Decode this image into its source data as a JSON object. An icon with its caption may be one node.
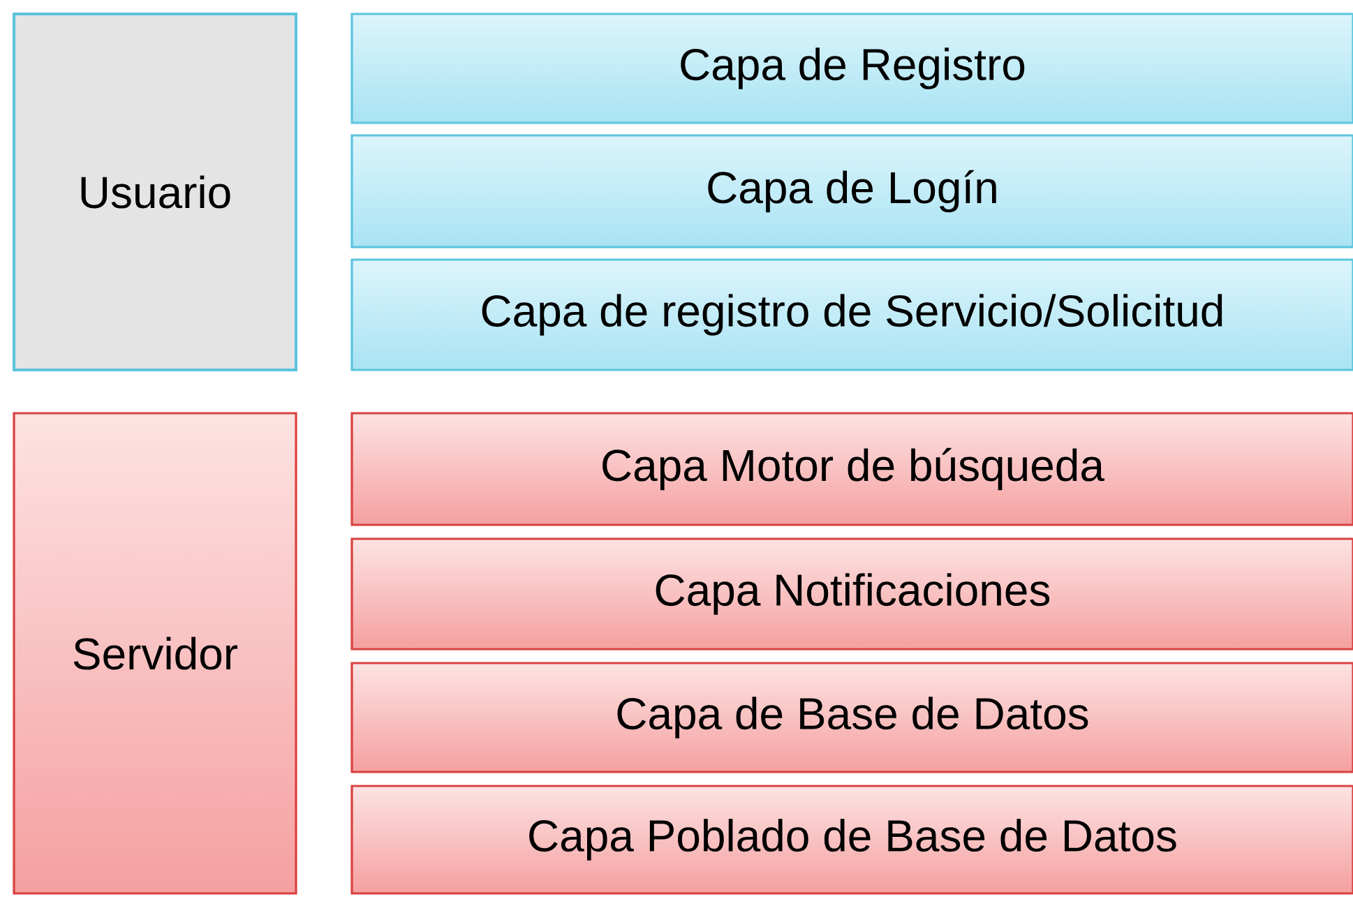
{
  "diagram": {
    "nodes": [
      {
        "text": [
          "Usuario"
        ]
      },
      {
        "text": [
          "Capa de Registro"
        ]
      },
      {
        "text": [
          "Capa de Logín"
        ]
      },
      {
        "text": [
          "Capa de registro de Servicio/Solicitud"
        ]
      },
      {
        "text": [
          "Servidor"
        ]
      },
      {
        "text": [
          "Capa Motor de búsqueda"
        ]
      },
      {
        "text": [
          "Capa Notificaciones"
        ]
      },
      {
        "text": [
          "Capa de Base de Datos"
        ]
      },
      {
        "text": [
          "Capa Poblado de Base de Datos"
        ]
      }
    ]
  }
}
